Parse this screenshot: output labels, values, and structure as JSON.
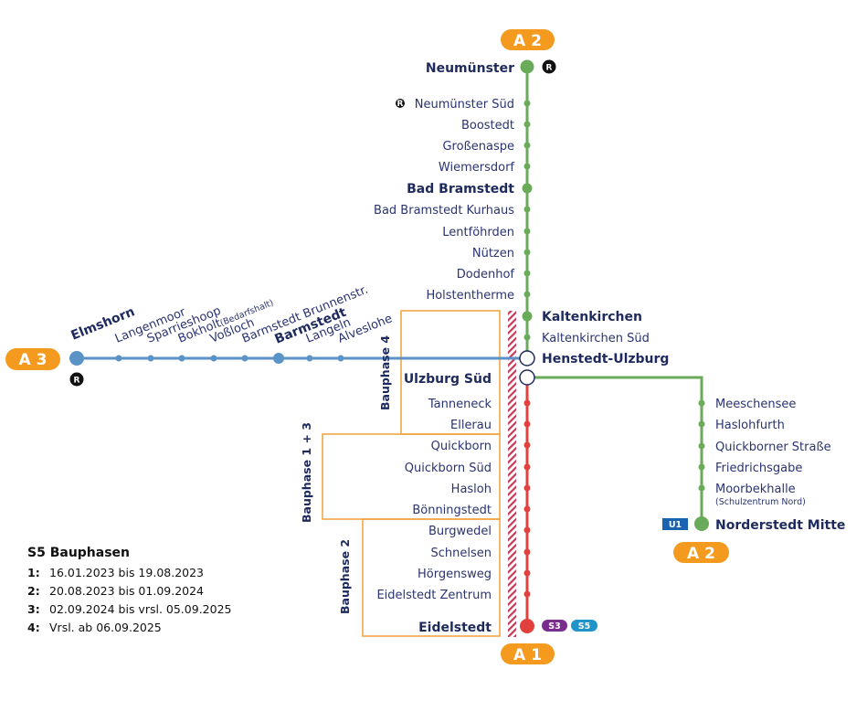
{
  "colors": {
    "green": "#6aab5a",
    "blue": "#5b93c7",
    "red": "#e2403d",
    "orange": "#f39a1f",
    "navy": "#1e2a5e",
    "phase_box": "#f0a13a",
    "hatch": "#c63a5a",
    "s3": "#7a2d8f",
    "s5": "#1f94c9",
    "u1": "#1a63b0"
  },
  "badges": {
    "a2_top": "A 2",
    "a3_left": "A 3",
    "a2_bottom": "A 2",
    "a1_bottom": "A 1",
    "r_symbol": "R",
    "u1": "U1",
    "s3": "S3",
    "s5": "S5"
  },
  "stations": {
    "neumuenster": "Neumünster",
    "neumuenster_sued": "Neumünster Süd",
    "boostedt": "Boostedt",
    "grossenaspe": "Großenaspe",
    "wiemersdorf": "Wiemersdorf",
    "bad_bramstedt": "Bad Bramstedt",
    "bad_bramstedt_kurhaus": "Bad Bramstedt Kurhaus",
    "lentfoehrden": "Lentföhrden",
    "nuetzen": "Nützen",
    "dodenhof": "Dodenhof",
    "holstentherme": "Holstentherme",
    "kaltenkirchen": "Kaltenkirchen",
    "kaltenkirchen_sued": "Kaltenkirchen Süd",
    "henstedt_ulzburg": "Henstedt-Ulzburg",
    "ulzburg_sued": "Ulzburg Süd",
    "tanneneck": "Tanneneck",
    "ellerau": "Ellerau",
    "quickborn": "Quickborn",
    "quickborn_sued": "Quickborn Süd",
    "hasloh": "Hasloh",
    "boenningstedt": "Bönningstedt",
    "burgwedel": "Burgwedel",
    "schnelsen": "Schnelsen",
    "hoergensweg": "Hörgensweg",
    "eidelstedt_zentrum": "Eidelstedt Zentrum",
    "eidelstedt": "Eidelstedt",
    "meeschensee": "Meeschensee",
    "haslohfurth": "Haslohfurth",
    "quickborner_strasse": "Quickborner Straße",
    "friedrichsgabe": "Friedrichsgabe",
    "moorbekhalle": "Moorbekhalle",
    "moorbekhalle_sub": "(Schulzentrum Nord)",
    "norderstedt_mitte": "Norderstedt Mitte",
    "elmshorn": "Elmshorn",
    "langenmoor": "Langenmoor",
    "sparrieshoop": "Sparrieshoop",
    "bokholt": "Bokholt",
    "bokholt_note": "(Bedarfshalt)",
    "vossloch": "Voßloch",
    "barmstedt_brunnenstr": "Barmstedt Brunnenstr.",
    "barmstedt": "Barmstedt",
    "langeln": "Langeln",
    "alveslohe": "Alveslohe"
  },
  "phases": {
    "p4": "Bauphase 4",
    "p13": "Bauphase 1 + 3",
    "p2": "Bauphase 2"
  },
  "legend": {
    "title": "S5 Bauphasen",
    "items": [
      {
        "num": "1:",
        "text": "16.01.2023 bis 19.08.2023"
      },
      {
        "num": "2:",
        "text": "20.08.2023 bis 01.09.2024"
      },
      {
        "num": "3:",
        "text": "02.09.2024 bis vrsl. 05.09.2025"
      },
      {
        "num": "4:",
        "text": "Vrsl. ab 06.09.2025"
      }
    ]
  }
}
